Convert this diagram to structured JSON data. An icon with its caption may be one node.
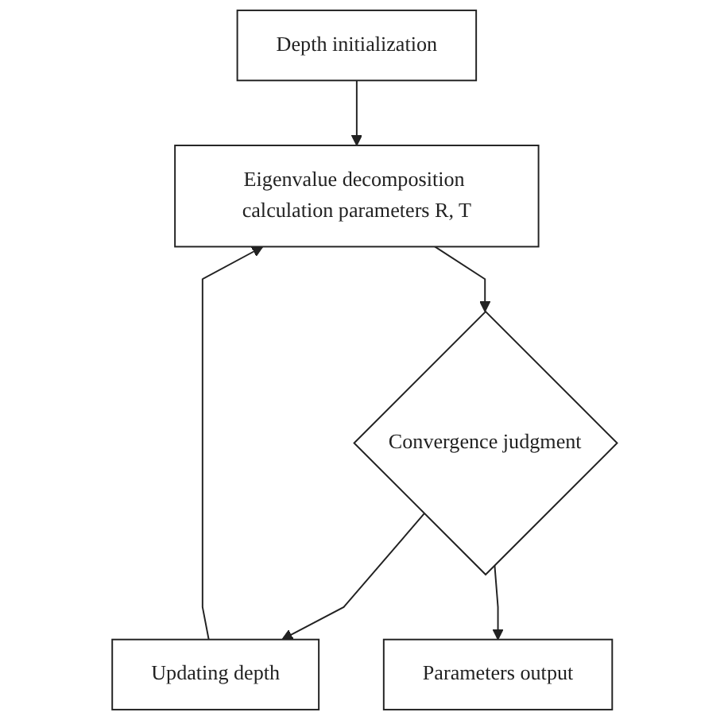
{
  "diagram": {
    "nodes": [
      {
        "text": [
          "Depth initialization"
        ]
      },
      {
        "text": [
          "Eigenvalue decomposition calculation parameters R, T"
        ]
      },
      {
        "text": [
          "Updating depth"
        ]
      },
      {
        "text": [
          "Convergence judgment"
        ]
      },
      {
        "text": [
          "Parameters output"
        ]
      }
    ],
    "edges": [
      {
        "from": 0,
        "to": 1,
        "arrow": "to"
      },
      {
        "from": 1,
        "to": 3,
        "arrow": "to"
      },
      {
        "from": 3,
        "to": 2,
        "arrow": "to"
      },
      {
        "from": 2,
        "to": 1,
        "arrow": "to"
      },
      {
        "from": 3,
        "to": 4,
        "arrow": "to"
      }
    ]
  }
}
